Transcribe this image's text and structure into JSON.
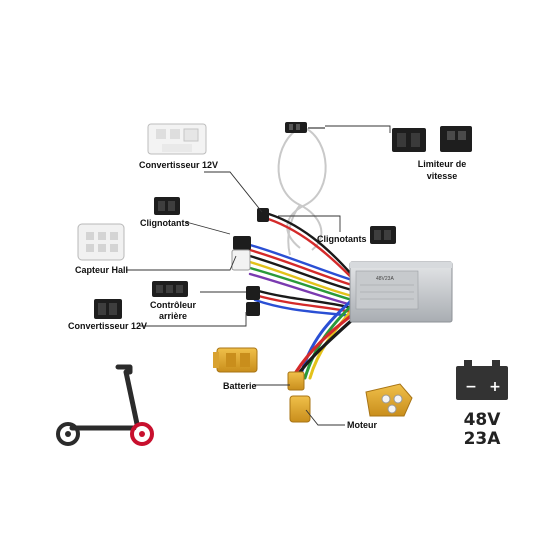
{
  "labels": {
    "convertisseur_top": "Convertisseur 12V",
    "limiteur_line1": "Limiteur de",
    "limiteur_line2": "vitesse",
    "clignotants_left": "Clignotants",
    "clignotants_right": "Clignotants",
    "capteur_hall": "Capteur Hall",
    "controleur_line1": "Contrôleur",
    "controleur_line2": "arrière",
    "convertisseur_bottom": "Convertisseur 12V",
    "batterie": "Batterie",
    "moteur": "Moteur"
  },
  "controller": {
    "sticker_text": "48V23A"
  },
  "battery_spec": {
    "voltage": "48V",
    "current": "23A"
  },
  "battery_icon": {
    "minus": "−",
    "plus": "+"
  },
  "colors": {
    "wire_red": "#d42a2a",
    "wire_blue": "#2a4fd4",
    "wire_green": "#2a9a3a",
    "wire_yellow": "#e3c21a",
    "wire_purple": "#7a3ab0",
    "wire_black": "#1a1a1a",
    "connector_yellow": "#e0a82a",
    "wheel_red": "#c8102e"
  }
}
